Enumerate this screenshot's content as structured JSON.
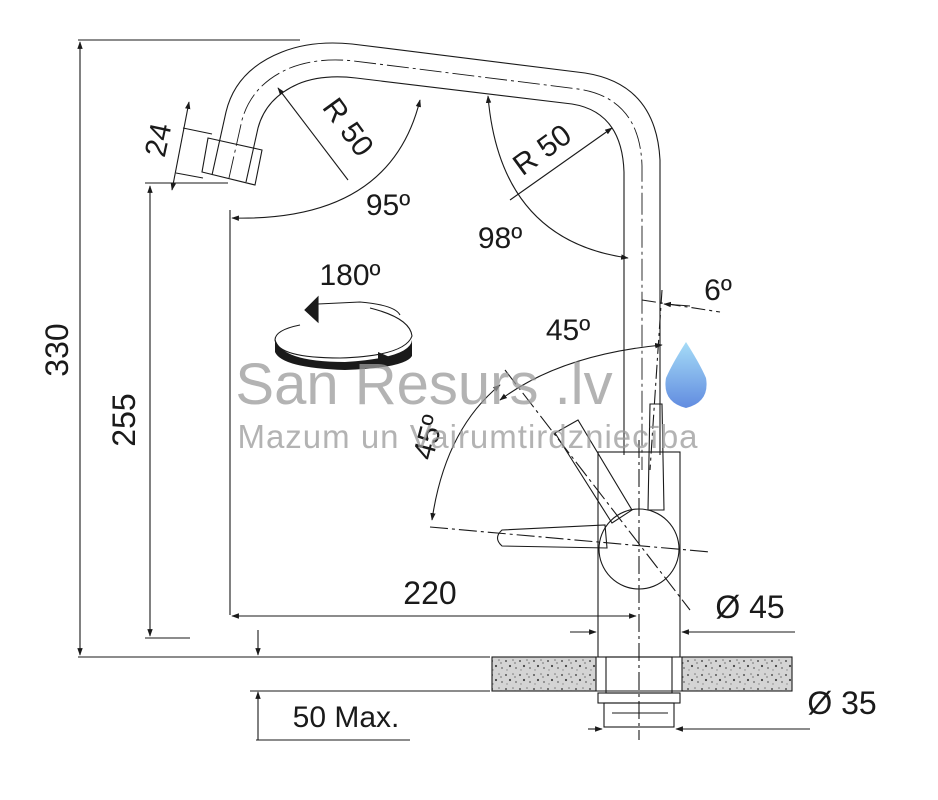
{
  "dimensions": {
    "total_height": "330",
    "spout_height": "255",
    "aerator_height": "24",
    "bend_radius_left": "R 50",
    "bend_radius_right": "R 50",
    "angle_left": "95º",
    "angle_right": "98º",
    "swivel": "180º",
    "tilt": "6º",
    "lever_angle_top": "45º",
    "lever_angle_side": "45º",
    "reach": "220",
    "body_diameter": "Ø 45",
    "thread_diameter": "Ø 35",
    "max_thickness": "50 Max."
  },
  "watermark": {
    "brand": "San Resurs .lv",
    "tagline": "Mazum un Vairumtirdzniecība"
  },
  "colors": {
    "line": "#1a1a1a",
    "watermark": "#9a9a9a",
    "drop_light": "#8fd3f5",
    "drop_dark": "#3a6fd8"
  }
}
